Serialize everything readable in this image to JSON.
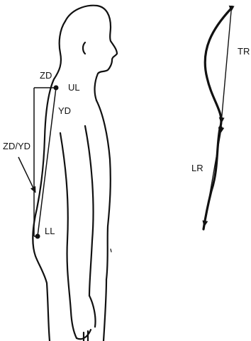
{
  "labels": {
    "zd": "ZD",
    "ul": "UL",
    "yd": "YD",
    "zd_yd": "ZD/YD",
    "ll": "LL",
    "tr": "TR",
    "lr": "LR"
  },
  "colors": {
    "line": "#111111",
    "background": "#ffffff"
  }
}
